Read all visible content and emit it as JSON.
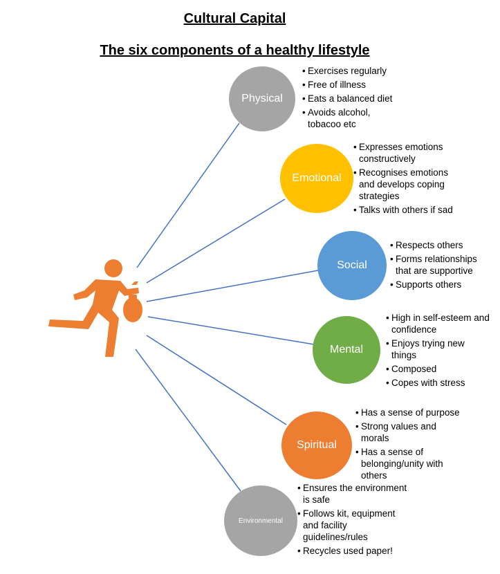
{
  "titles": {
    "main": "Cultural Capital",
    "sub": "The six components of a healthy lifestyle"
  },
  "icons": {
    "person": "running-person-with-money-bag-icon"
  },
  "components": [
    {
      "label": "Physical",
      "color": "#A5A5A5",
      "points": [
        "Exercises regularly",
        "Free of illness",
        "Eats a balanced diet",
        "Avoids alcohol, tobacoo etc"
      ]
    },
    {
      "label": "Emotional",
      "color": "#FFC000",
      "points": [
        "Expresses emotions constructively",
        "Recognises emotions and develops coping strategies",
        "Talks with others if sad"
      ]
    },
    {
      "label": "Social",
      "color": "#5B9BD5",
      "points": [
        "Respects others",
        "Forms relationships that are supportive",
        "Supports others"
      ]
    },
    {
      "label": "Mental",
      "color": "#70AD47",
      "points": [
        "High in self-esteem and confidence",
        "Enjoys trying new things",
        "Composed",
        "Copes with stress"
      ]
    },
    {
      "label": "Spiritual",
      "color": "#ED7D31",
      "points": [
        "Has a sense of purpose",
        "Strong values and morals",
        "Has a sense of belonging/unity with others"
      ]
    },
    {
      "label": "Environmental",
      "color": "#A5A5A5",
      "points": [
        "Ensures the environment is safe",
        "Follows kit, equipment and facility guidelines/rules",
        "Recycles used paper!"
      ]
    }
  ],
  "line_color": "#4472C4",
  "figure_color": "#ED7D31"
}
